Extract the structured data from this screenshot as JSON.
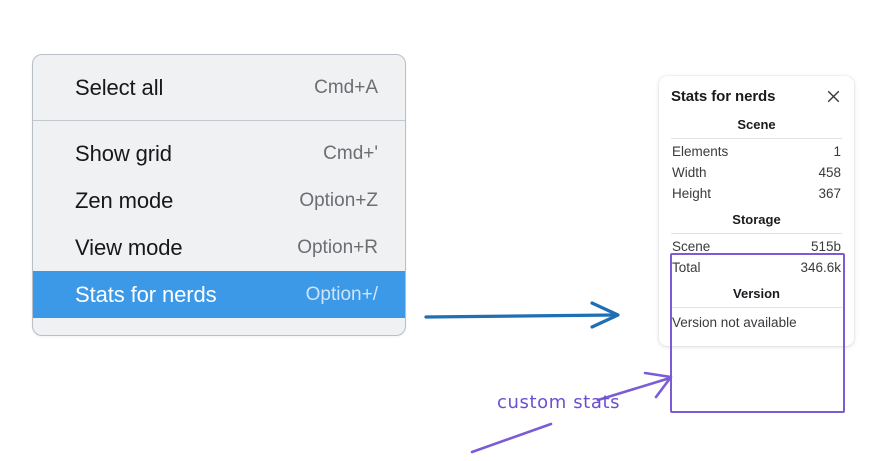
{
  "context_menu": {
    "name": "application-context-menu",
    "groups": [
      {
        "items": [
          {
            "label": "Select all",
            "shortcut": "Cmd+A",
            "selected": false
          }
        ]
      },
      {
        "items": [
          {
            "label": "Show grid",
            "shortcut": "Cmd+'",
            "selected": false
          },
          {
            "label": "Zen mode",
            "shortcut": "Option+Z",
            "selected": false
          },
          {
            "label": "View mode",
            "shortcut": "Option+R",
            "selected": false
          },
          {
            "label": "Stats for nerds",
            "shortcut": "Option+/",
            "selected": true
          }
        ]
      }
    ],
    "highlight_color": "#3b99e8"
  },
  "stats_panel": {
    "title": "Stats for nerds",
    "close_icon": "close-icon",
    "sections": [
      {
        "heading": "Scene",
        "rows": [
          {
            "key": "Elements",
            "value": "1"
          },
          {
            "key": "Width",
            "value": "458"
          },
          {
            "key": "Height",
            "value": "367"
          }
        ]
      },
      {
        "heading": "Storage",
        "rows": [
          {
            "key": "Scene",
            "value": "515b"
          },
          {
            "key": "Total",
            "value": "346.6k"
          }
        ]
      },
      {
        "heading": "Version",
        "plain_rows": [
          "Version not available"
        ]
      }
    ]
  },
  "annotations": {
    "custom_stats_label": "custom stats",
    "arrow_color_blue": "#1f6fb4",
    "arrow_color_purple": "#7b5cd6",
    "highlight_box_color": "#7b5cd6"
  }
}
